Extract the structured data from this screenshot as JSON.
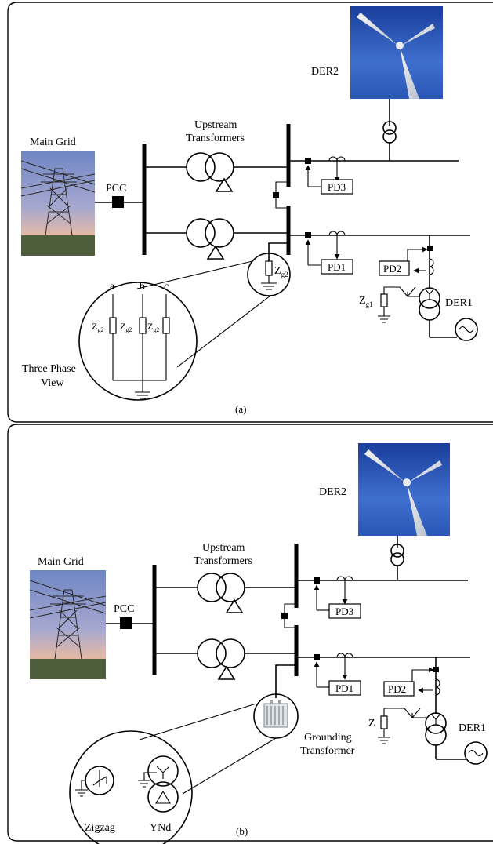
{
  "panel_a": {
    "main_grid": "Main Grid",
    "pcc": "PCC",
    "upstream_1": "Upstream",
    "upstream_2": "Transformers",
    "der2": "DER2",
    "der1": "DER1",
    "pd3": "PD3",
    "pd1": "PD1",
    "pd2": "PD2",
    "z_base": "Z",
    "zg2_sub": "g2",
    "zg1_sub": "g1",
    "phase_a": "a",
    "phase_b": "b",
    "phase_c": "c",
    "three_phase_1": "Three Phase",
    "three_phase_2": "View",
    "caption": "(a)"
  },
  "panel_b": {
    "main_grid": "Main Grid",
    "pcc": "PCC",
    "upstream_1": "Upstream",
    "upstream_2": "Transformers",
    "der2": "DER2",
    "der1": "DER1",
    "pd3": "PD3",
    "pd1": "PD1",
    "pd2": "PD2",
    "z": "Z",
    "grounding_1": "Grounding",
    "grounding_2": "Transformer",
    "zigzag": "Zigzag",
    "ynd": "YNd",
    "caption": "(b)"
  }
}
